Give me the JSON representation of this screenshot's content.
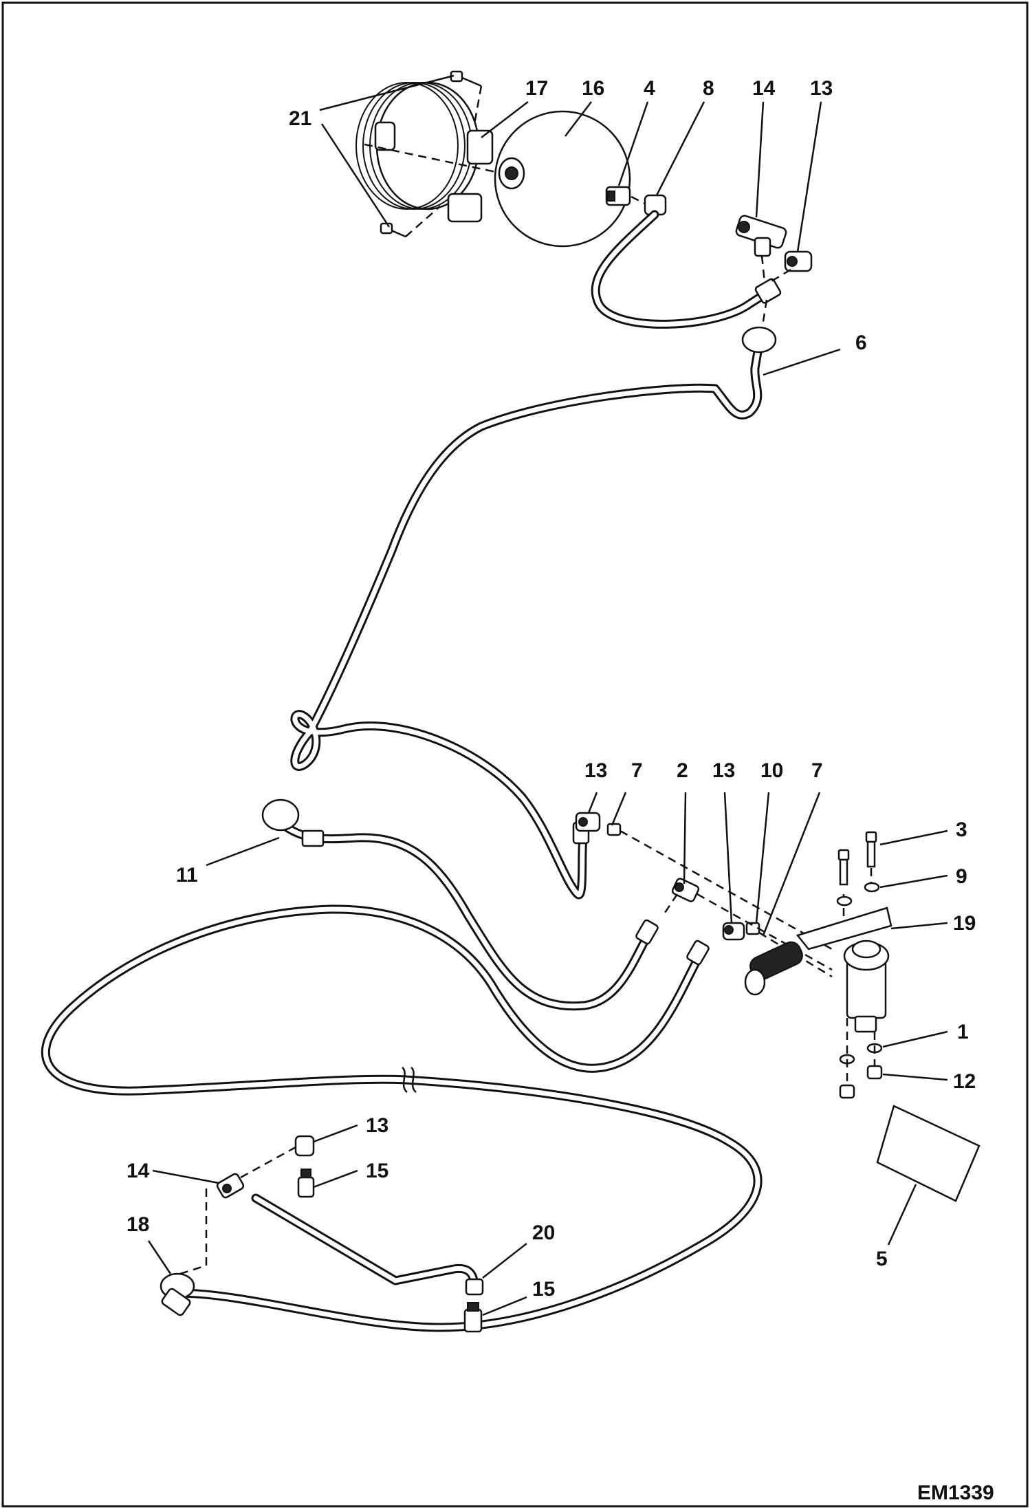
{
  "diagram": {
    "figure_id": "EM1339",
    "callouts": [
      "21",
      "17",
      "16",
      "4",
      "8",
      "14",
      "13",
      "6",
      "13",
      "7",
      "2",
      "13",
      "10",
      "7",
      "3",
      "9",
      "19",
      "11",
      "1",
      "12",
      "13",
      "14",
      "15",
      "18",
      "20",
      "15",
      "5"
    ]
  }
}
